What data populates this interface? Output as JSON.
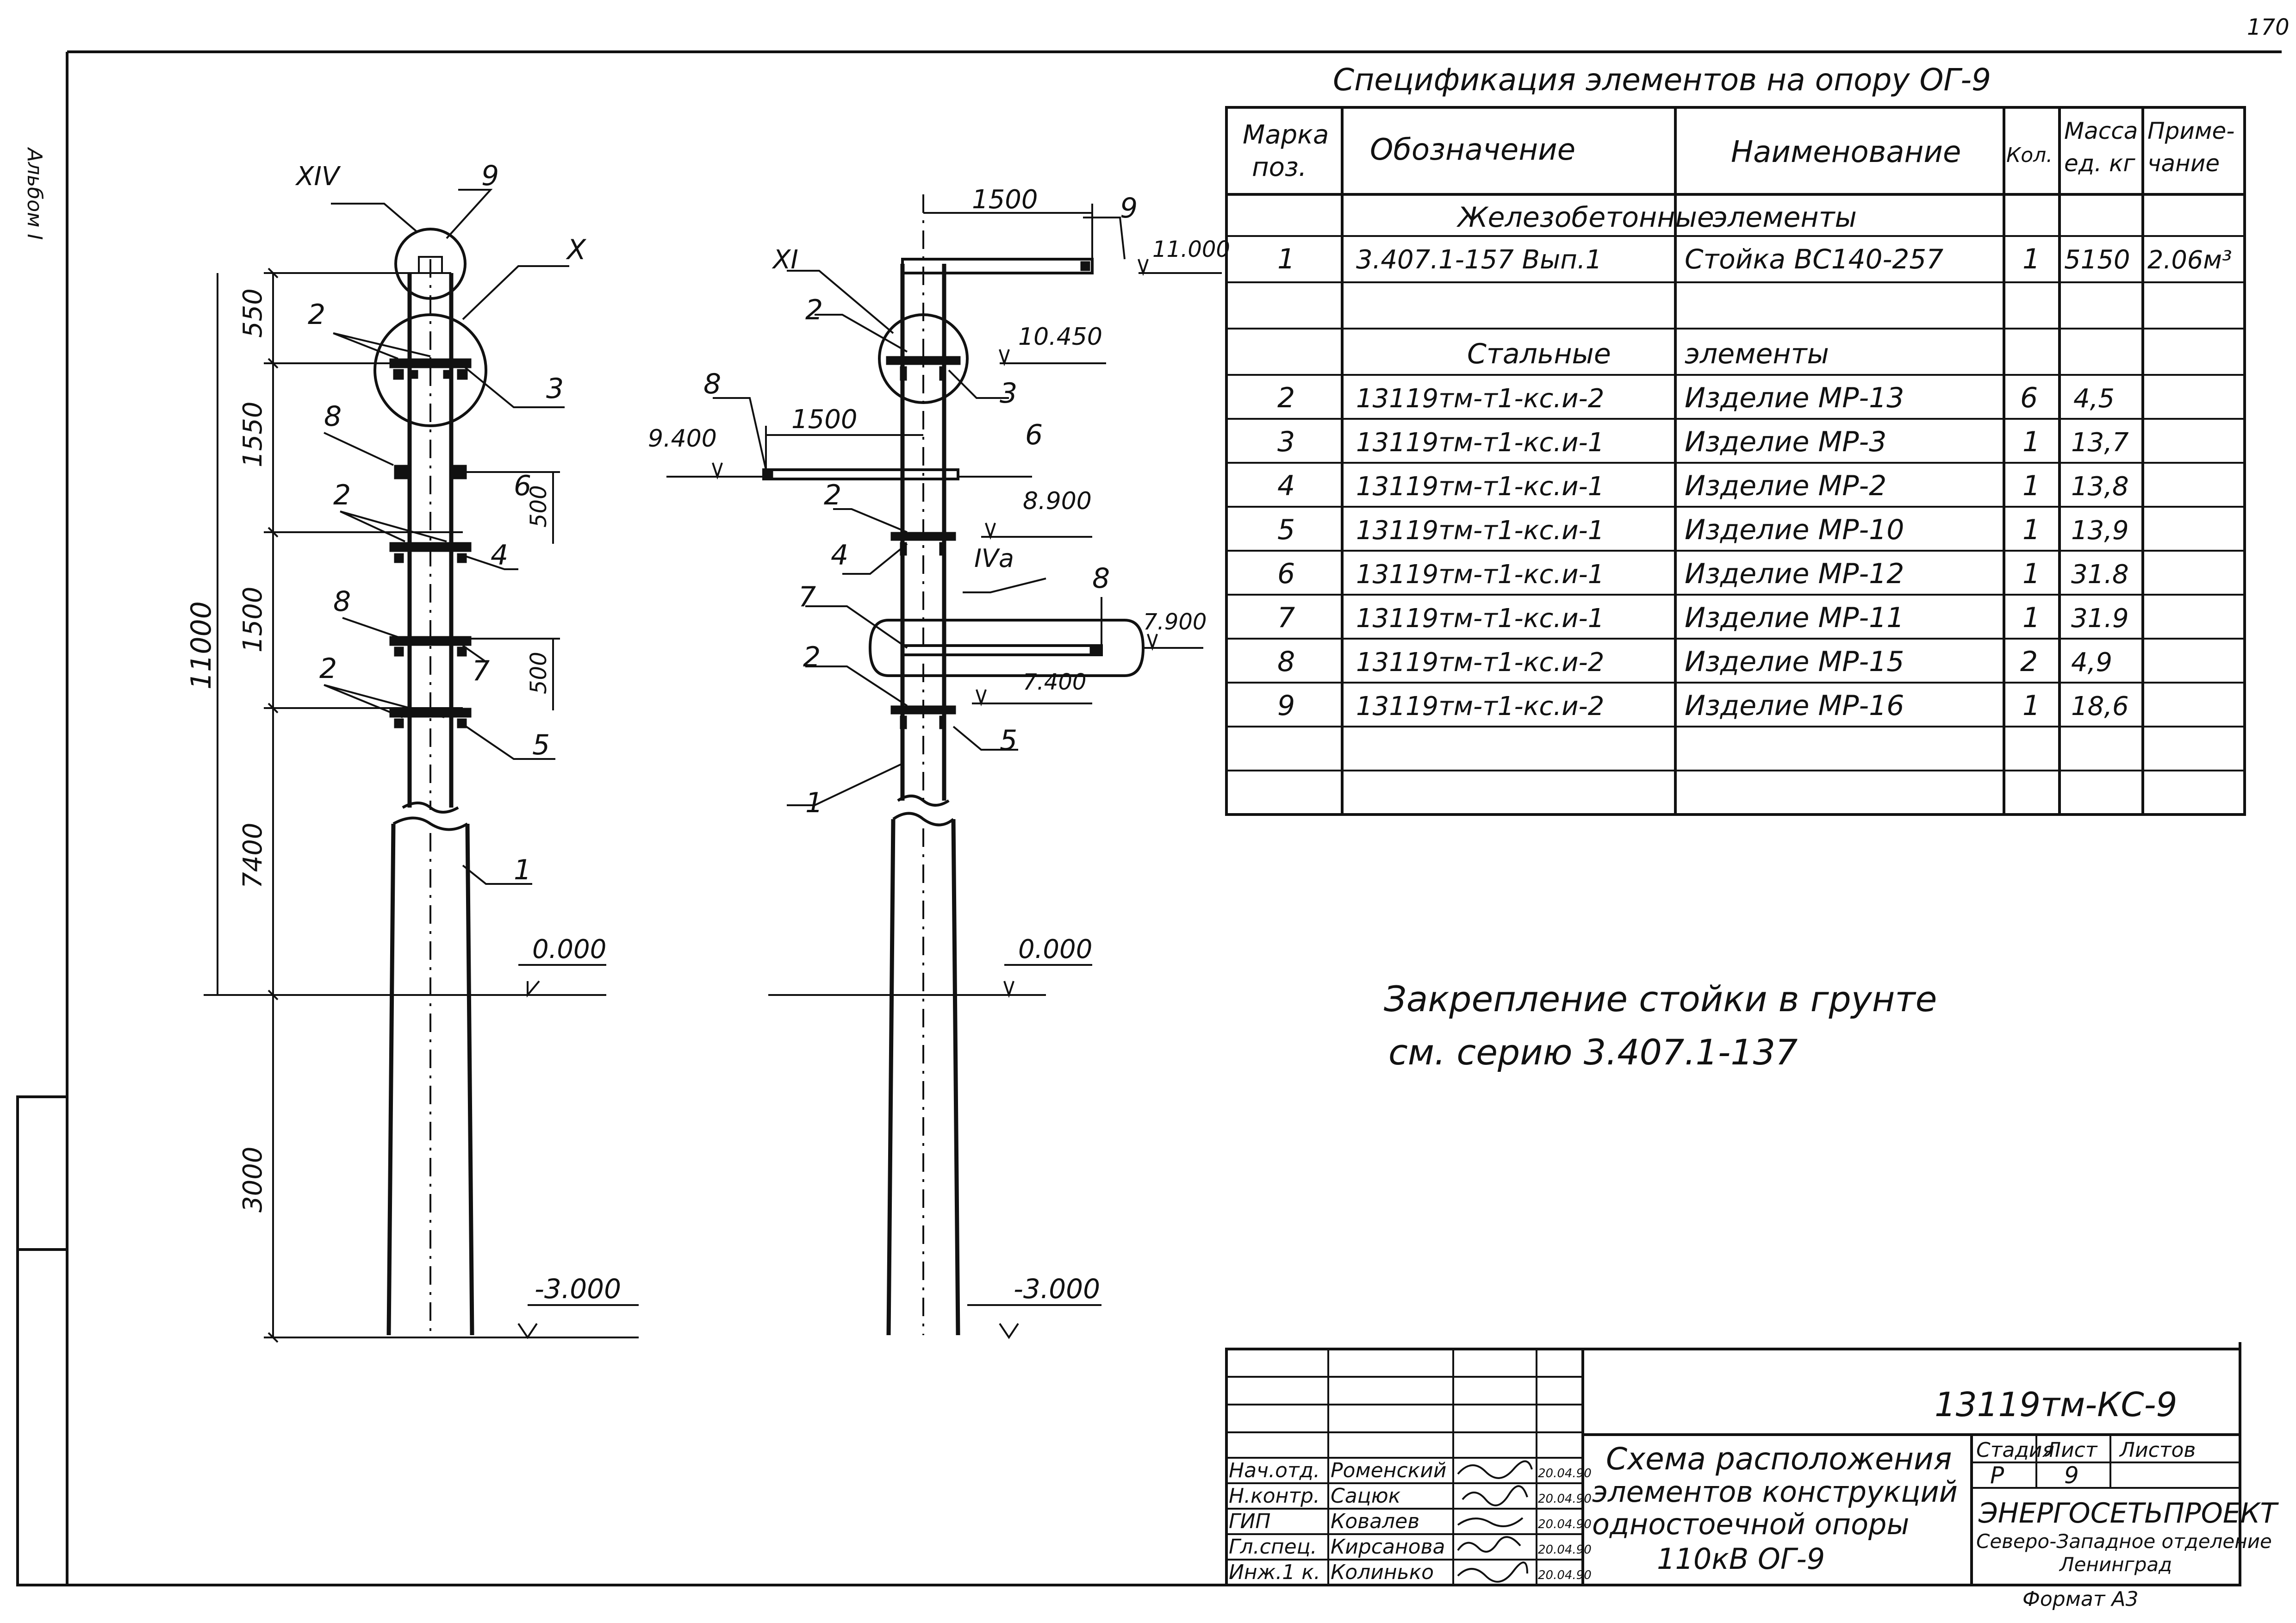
{
  "margin_label": "Альбом I",
  "corner_page": "170",
  "spec": {
    "title": "Спецификация элементов на опору ОГ-9",
    "headers": {
      "mark": [
        "Марка",
        "поз."
      ],
      "designation": "Обозначение",
      "name": "Наименование",
      "qty": "Кол.",
      "mass": [
        "Масса",
        "ед. кг"
      ],
      "note": [
        "Приме-",
        "чание"
      ]
    },
    "section_rc": [
      "Железобетонные",
      "элементы"
    ],
    "section_steel": [
      "Стальные",
      "элементы"
    ],
    "rows": [
      {
        "mark": "1",
        "designation": "3.407.1-157 Вып.1",
        "name": "Стойка ВС140-257",
        "qty": "1",
        "mass": "5150",
        "note": "2.06м³"
      },
      {
        "mark": "2",
        "designation": "13119тм-т1-кс.и-2",
        "name": "Изделие МР-13",
        "qty": "6",
        "mass": "4,5",
        "note": ""
      },
      {
        "mark": "3",
        "designation": "13119тм-т1-кс.и-1",
        "name": "Изделие МР-3",
        "qty": "1",
        "mass": "13,7",
        "note": ""
      },
      {
        "mark": "4",
        "designation": "13119тм-т1-кс.и-1",
        "name": "Изделие МР-2",
        "qty": "1",
        "mass": "13,8",
        "note": ""
      },
      {
        "mark": "5",
        "designation": "13119тм-т1-кс.и-1",
        "name": "Изделие МР-10",
        "qty": "1",
        "mass": "13,9",
        "note": ""
      },
      {
        "mark": "6",
        "designation": "13119тм-т1-кс.и-1",
        "name": "Изделие МР-12",
        "qty": "1",
        "mass": "31.8",
        "note": ""
      },
      {
        "mark": "7",
        "designation": "13119тм-т1-кс.и-1",
        "name": "Изделие МР-11",
        "qty": "1",
        "mass": "31.9",
        "note": ""
      },
      {
        "mark": "8",
        "designation": "13119тм-т1-кс.и-2",
        "name": "Изделие МР-15",
        "qty": "2",
        "mass": "4,9",
        "note": ""
      },
      {
        "mark": "9",
        "designation": "13119тм-т1-кс.и-2",
        "name": "Изделие МР-16",
        "qty": "1",
        "mass": "18,6",
        "note": ""
      }
    ]
  },
  "ground_note": [
    "Закрепление стойки в грунте",
    "см. серию 3.407.1-137"
  ],
  "left_view": {
    "callouts": {
      "c14": "XIV",
      "c9": "9",
      "c10": "X",
      "c2a": "2",
      "c3": "3",
      "c8": "8",
      "c6": "6",
      "c2b": "2",
      "c4": "4",
      "c8b": "8",
      "c7": "7",
      "c2c": "2",
      "c5": "5",
      "c1": "1"
    },
    "dims": {
      "d550": "550",
      "d1550": "1550",
      "d1500": "1500",
      "d7400": "7400",
      "d11000": "11000",
      "d3000": "3000",
      "d500a": "500",
      "d500b": "500"
    },
    "levels": {
      "zero": "0.000",
      "minus3": "-3.000"
    }
  },
  "right_view": {
    "callouts": {
      "c11": "XI",
      "c2a": "2",
      "c9": "9",
      "c3": "3",
      "c8": "8",
      "c6": "6",
      "c2b": "2",
      "c4": "4",
      "c14a": "IVа",
      "c8b": "8",
      "c7": "7",
      "c2c": "2",
      "c5": "5",
      "c1": "1"
    },
    "dims": {
      "top1500": "1500",
      "arm1500": "1500"
    },
    "levels": {
      "l11000": "11.000",
      "l10450": "10.450",
      "l9400": "9.400",
      "l8900": "8.900",
      "l7900": "7.900",
      "l7400": "7.400",
      "zero": "0.000",
      "minus3": "-3.000"
    }
  },
  "title_block": {
    "code": "13119тм-КС-9",
    "title_lines": [
      "Схема расположения",
      "элементов конструкций",
      "одностоечной опоры",
      "110кВ ОГ-9"
    ],
    "stage_label": "Стадия",
    "sheet_label": "Лист",
    "sheets_label": "Листов",
    "stage": "Р",
    "sheet": "9",
    "sheets": "",
    "org": [
      "ЭНЕРГОСЕТЬПРОЕКТ",
      "Северо-Западное отделение",
      "Ленинград"
    ],
    "signatures": [
      {
        "role": "Нач.отд.",
        "name": "Роменский",
        "date": "20.04.90"
      },
      {
        "role": "Н.контр.",
        "name": "Сацюк",
        "date": "20.04.90"
      },
      {
        "role": "ГИП",
        "name": "Ковалев",
        "date": "20.04.90"
      },
      {
        "role": "Гл.спец.",
        "name": "Кирсанова",
        "date": "20.04.90"
      },
      {
        "role": "Инж.1 к.",
        "name": "Колинько",
        "date": "20.04.90"
      }
    ],
    "format": "Формат А3"
  }
}
